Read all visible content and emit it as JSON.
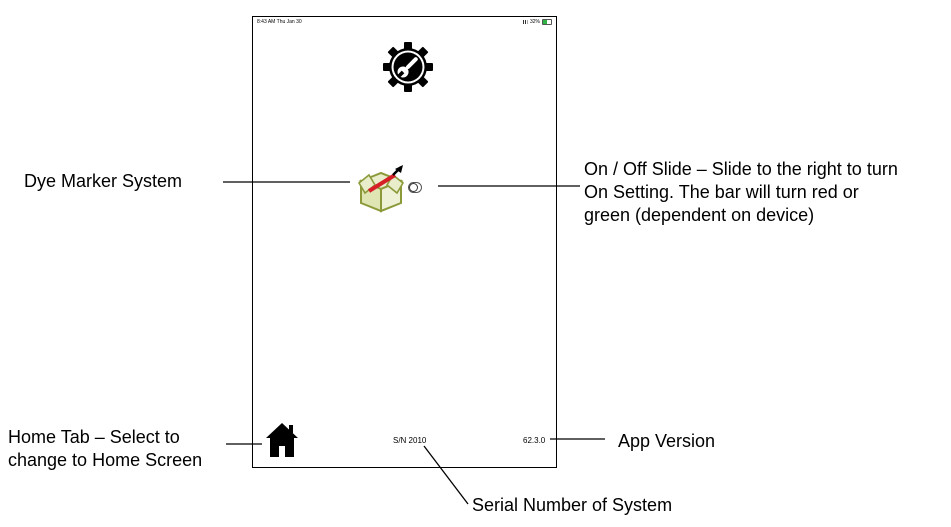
{
  "status_bar": {
    "time": "8:43 AM  Thu Jan 30",
    "battery": "32%"
  },
  "device": {
    "settings_icon": "settings-wrench-gear-icon",
    "dye_marker_icon": "dye-marker-box-icon",
    "toggle_state": "off",
    "home_icon": "home-icon",
    "serial_number": "S/N 2010",
    "app_version": "62.3.0"
  },
  "callouts": {
    "dye_marker": "Dye Marker System",
    "on_off": [
      "On / Off Slide – Slide to the right to turn",
      "On Setting. The bar will turn red or",
      "green (dependent on device)"
    ],
    "home_tab": [
      "Home Tab – Select to",
      "change to Home Screen"
    ],
    "app_version": "App Version",
    "serial_number": "Serial Number of System"
  },
  "colors": {
    "icon_black": "#000000",
    "box_olive": "#8c9a3a",
    "box_fill": "#e9edc9",
    "marker_red": "#d61f26",
    "battery_green": "#2fb344"
  }
}
